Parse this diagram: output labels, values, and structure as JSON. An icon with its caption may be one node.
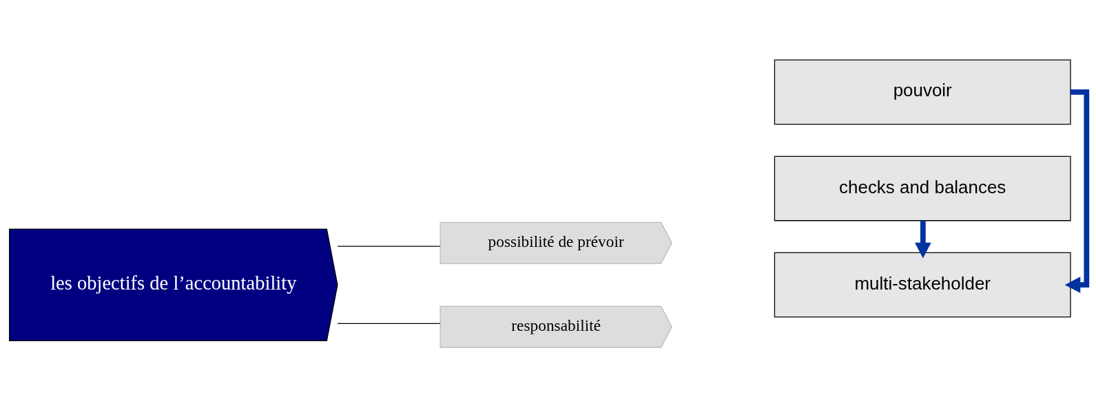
{
  "diagram": {
    "nodes": [
      {
        "text": [
          "les objectifs de l’accountability"
        ]
      },
      {
        "text": [
          "possibilité de prévoir"
        ]
      },
      {
        "text": [
          "responsabilité"
        ]
      },
      {
        "text": [
          "pouvoir"
        ]
      },
      {
        "text": [
          "multi-stakeholder"
        ]
      },
      {
        "text": [
          "checks and balances"
        ]
      }
    ],
    "edges": [
      {
        "from": 0,
        "to": 1,
        "arrow": "none"
      },
      {
        "from": 0,
        "to": 2,
        "arrow": "none"
      },
      {
        "from": 3,
        "to": 4,
        "arrow": "to",
        "style": "thick",
        "color": "#0033a0"
      },
      {
        "from": 5,
        "to": 4,
        "arrow": "to",
        "style": "thick",
        "color": "#0033a0"
      }
    ]
  }
}
